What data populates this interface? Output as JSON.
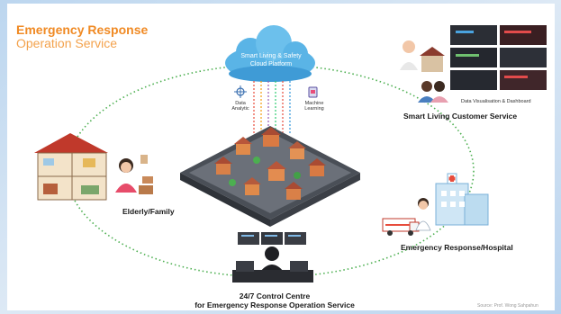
{
  "title": {
    "line1": "Emergency Response",
    "line2": "Operation Service"
  },
  "cloud": {
    "label_line1": "Smart Living & Safety",
    "label_line2": "Cloud Platform"
  },
  "cloud_features": {
    "data_analytic_line1": "Data",
    "data_analytic_line2": "Analytic",
    "machine_learning_line1": "Machine",
    "machine_learning_line2": "Learning"
  },
  "nodes": {
    "elderly": "Elderly/Family",
    "smart_living": "Smart Living Customer Service",
    "dashboard_caption": "Data Visualisation & Dashboard",
    "hospital": "Emergency Response/Hospital",
    "control_line1": "24/7 Control Centre",
    "control_line2": "for Emergency Response Operation Service"
  },
  "source_note": "Source: Prof. Wong Sahpahun",
  "colors": {
    "title": "#f08a24",
    "cloud": "#5ab4e6",
    "connector": "#4caf50",
    "background": "#cfe2f3"
  }
}
